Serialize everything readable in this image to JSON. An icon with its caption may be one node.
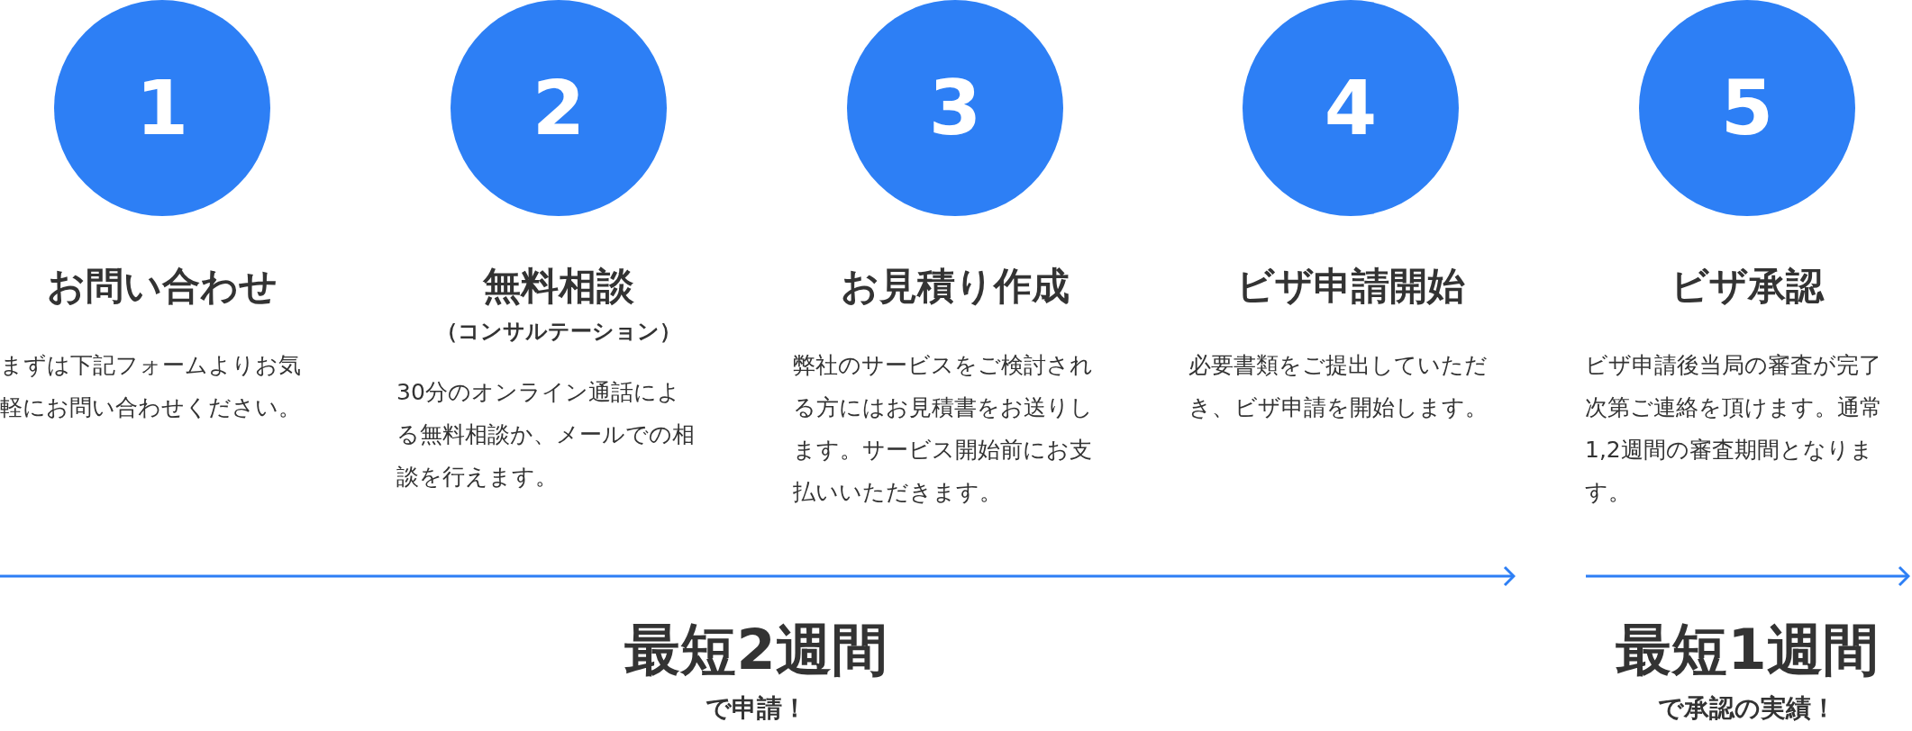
{
  "diagram": {
    "nodes": [
      {
        "text": [
          "1",
          "お問い合わせ",
          "まずは下記フォームよりお気軽にお問い合わせください。"
        ]
      },
      {
        "text": [
          "2",
          "無料相談",
          "（コンサルテーション）",
          "30分のオンライン通話による無料相談か、メールでの相談を行えます。"
        ]
      },
      {
        "text": [
          "3",
          "お見積り作成",
          "弊社のサービスをご検討される方にはお見積書をお送りします。サービス開始前にお支払いいただきます。"
        ]
      },
      {
        "text": [
          "4",
          "ビザ申請開始",
          "必要書類をご提出していただき、ビザ申請を開始します。"
        ]
      },
      {
        "text": [
          "5",
          "ビザ承認",
          "ビザ申請後当局の審査が完了次第ご連絡を頂けます。通常1,2週間の審査期間となります。"
        ]
      }
    ],
    "labels": [
      "最短2週間",
      "で申請！",
      "最短1週間",
      "で承認の実績！"
    ]
  }
}
